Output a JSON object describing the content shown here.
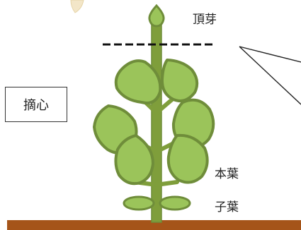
{
  "labels": {
    "apical_bud": "頂芽",
    "pinching": "摘心",
    "true_leaf": "本葉",
    "cotyledon": "子葉"
  },
  "colors": {
    "leaf_fill": "#9bc45a",
    "leaf_outline": "#6f8d3a",
    "stem": "#7f9e3b",
    "soil": "#a55419",
    "cut_line": "#111111"
  }
}
